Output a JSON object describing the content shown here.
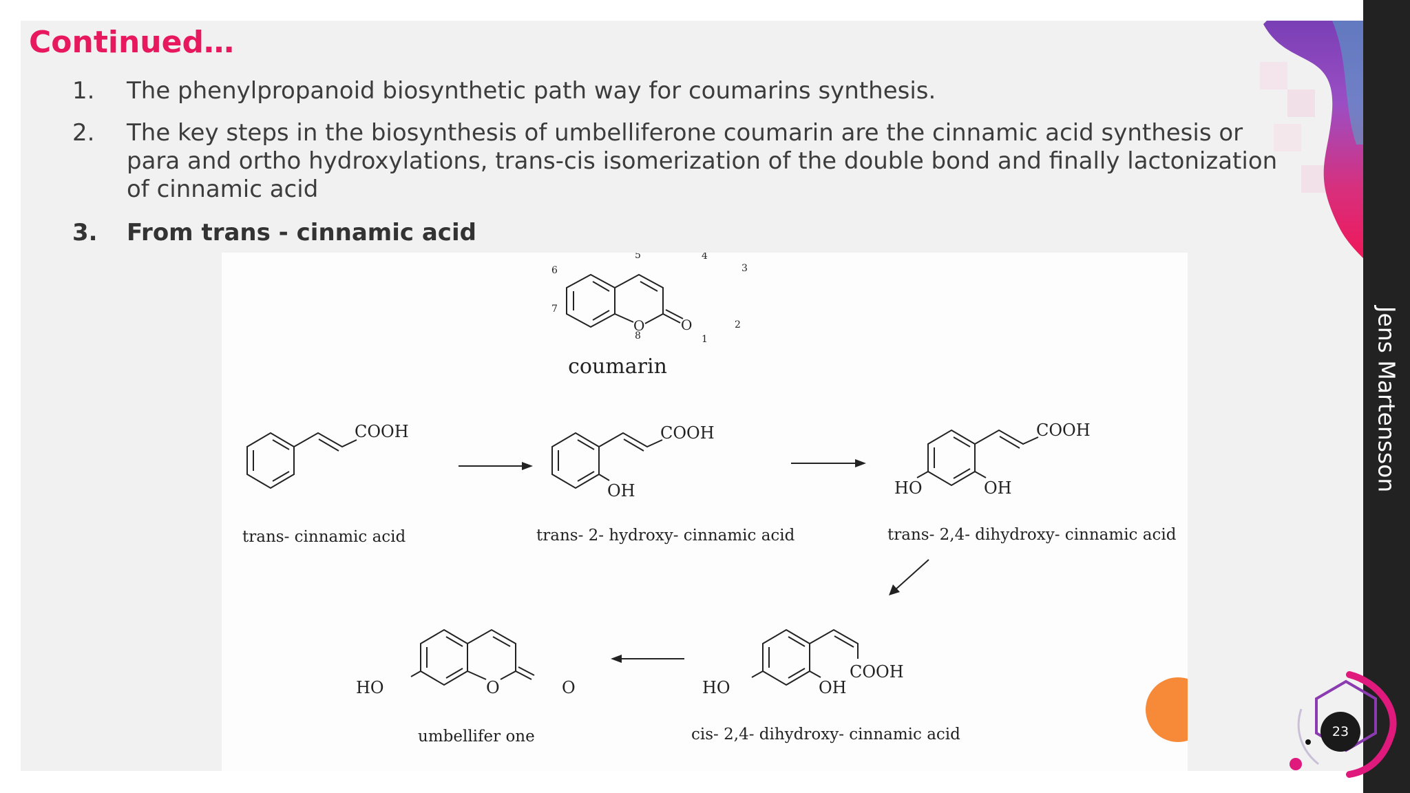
{
  "slide": {
    "title": "Continued…",
    "points": [
      {
        "num": "1.",
        "text": "The phenylpropanoid biosynthetic path way for coumarins synthesis."
      },
      {
        "num": "2.",
        "text": "The key steps in the biosynthesis of umbelliferone coumarin are the cinnamic acid synthesis or para and ortho hydroxylations, trans-cis isomerization of the double bond and finally lactonization of cinnamic acid"
      },
      {
        "num": "3.",
        "text": "From trans - cinnamic acid"
      }
    ],
    "author": "Jens Martensson",
    "page_number": "23"
  },
  "figure": {
    "coumarin": {
      "name": "coumarin",
      "atom_numbers": [
        "5",
        "4",
        "3",
        "6",
        "7",
        "8",
        "1",
        "2"
      ],
      "oxygen_labels": [
        "O",
        "O"
      ]
    },
    "compounds": [
      {
        "name": "trans- cinnamic acid",
        "groups": [
          "COOH"
        ]
      },
      {
        "name": "trans- 2- hydroxy- cinnamic acid",
        "groups": [
          "COOH",
          "OH"
        ]
      },
      {
        "name": "trans- 2,4- dihydroxy- cinnamic acid",
        "groups": [
          "COOH",
          "HO",
          "OH"
        ]
      },
      {
        "name": "cis- 2,4- dihydroxy- cinnamic acid",
        "groups": [
          "COOH",
          "HO",
          "OH"
        ]
      },
      {
        "name": "umbellifer one",
        "groups": [
          "HO",
          "O",
          "O"
        ]
      }
    ]
  },
  "colors": {
    "title": "#e8185f",
    "body_text": "#3c3c3c",
    "slide_bg": "#f1f1f1",
    "sidebar": "#222222",
    "accent_orange": "#f68a38",
    "accent_magenta": "#e0197d",
    "accent_purple": "#7a3fb5"
  }
}
